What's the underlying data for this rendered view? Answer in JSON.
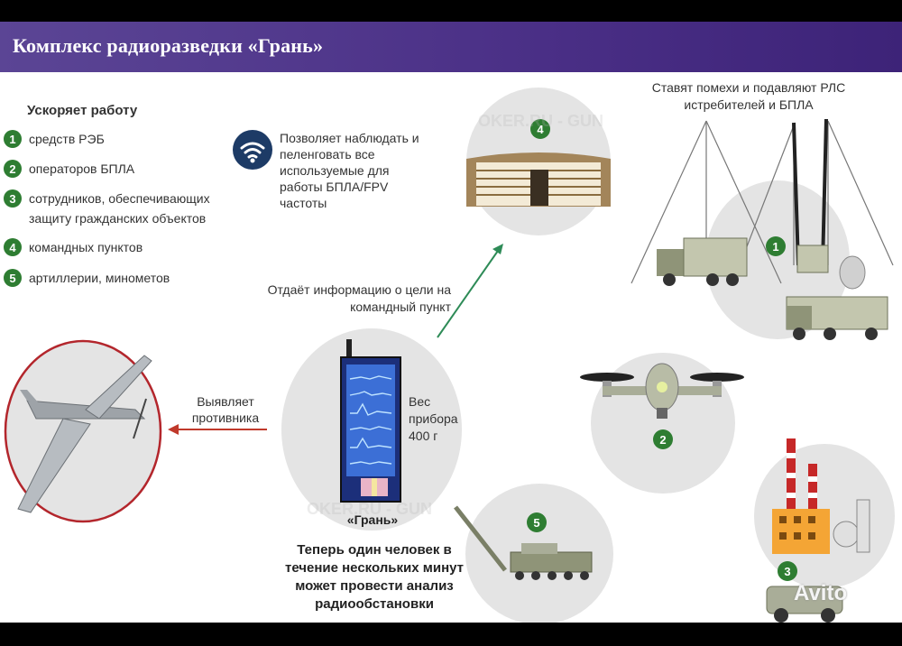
{
  "header": {
    "title": "Комплекс радиоразведки «Грань»"
  },
  "speeds_up": {
    "title": "Ускоряет работу",
    "items": [
      {
        "num": "1",
        "label": "средств РЭБ"
      },
      {
        "num": "2",
        "label": "операторов БПЛА"
      },
      {
        "num": "3",
        "label": "сотрудников, обеспечивающих защиту гражданских объектов"
      },
      {
        "num": "4",
        "label": "командных пунктов"
      },
      {
        "num": "5",
        "label": "артиллерии, минометов"
      }
    ]
  },
  "monitor": {
    "text": "Позволяет наблюдать и пеленговать все используемые для работы БПЛА/FPV частоты"
  },
  "jamming": {
    "text": "Ставят помехи и подавляют РЛС истребителей и БПЛА"
  },
  "sends": {
    "text": "Отдаёт информацию о цели на командный пункт"
  },
  "detects": {
    "text": "Выявляет противника"
  },
  "weight": {
    "text": "Вес прибора 400 г"
  },
  "device": {
    "name": "«Грань»"
  },
  "conclusion": {
    "text": "Теперь один человек в течение нескольких минут может провести анализ радиообстановки"
  },
  "badges": {
    "b1": "1",
    "b2": "2",
    "b3": "3",
    "b4": "4",
    "b5": "5"
  },
  "watermarks": {
    "w1": "OKER.RU - GUN",
    "w2": "OKER.RU - GUN",
    "avito": "Avito"
  },
  "colors": {
    "header": "#4a2f86",
    "badge": "#2e7d32",
    "arrow_green": "#2e8b57",
    "arrow_red": "#c0392b"
  }
}
